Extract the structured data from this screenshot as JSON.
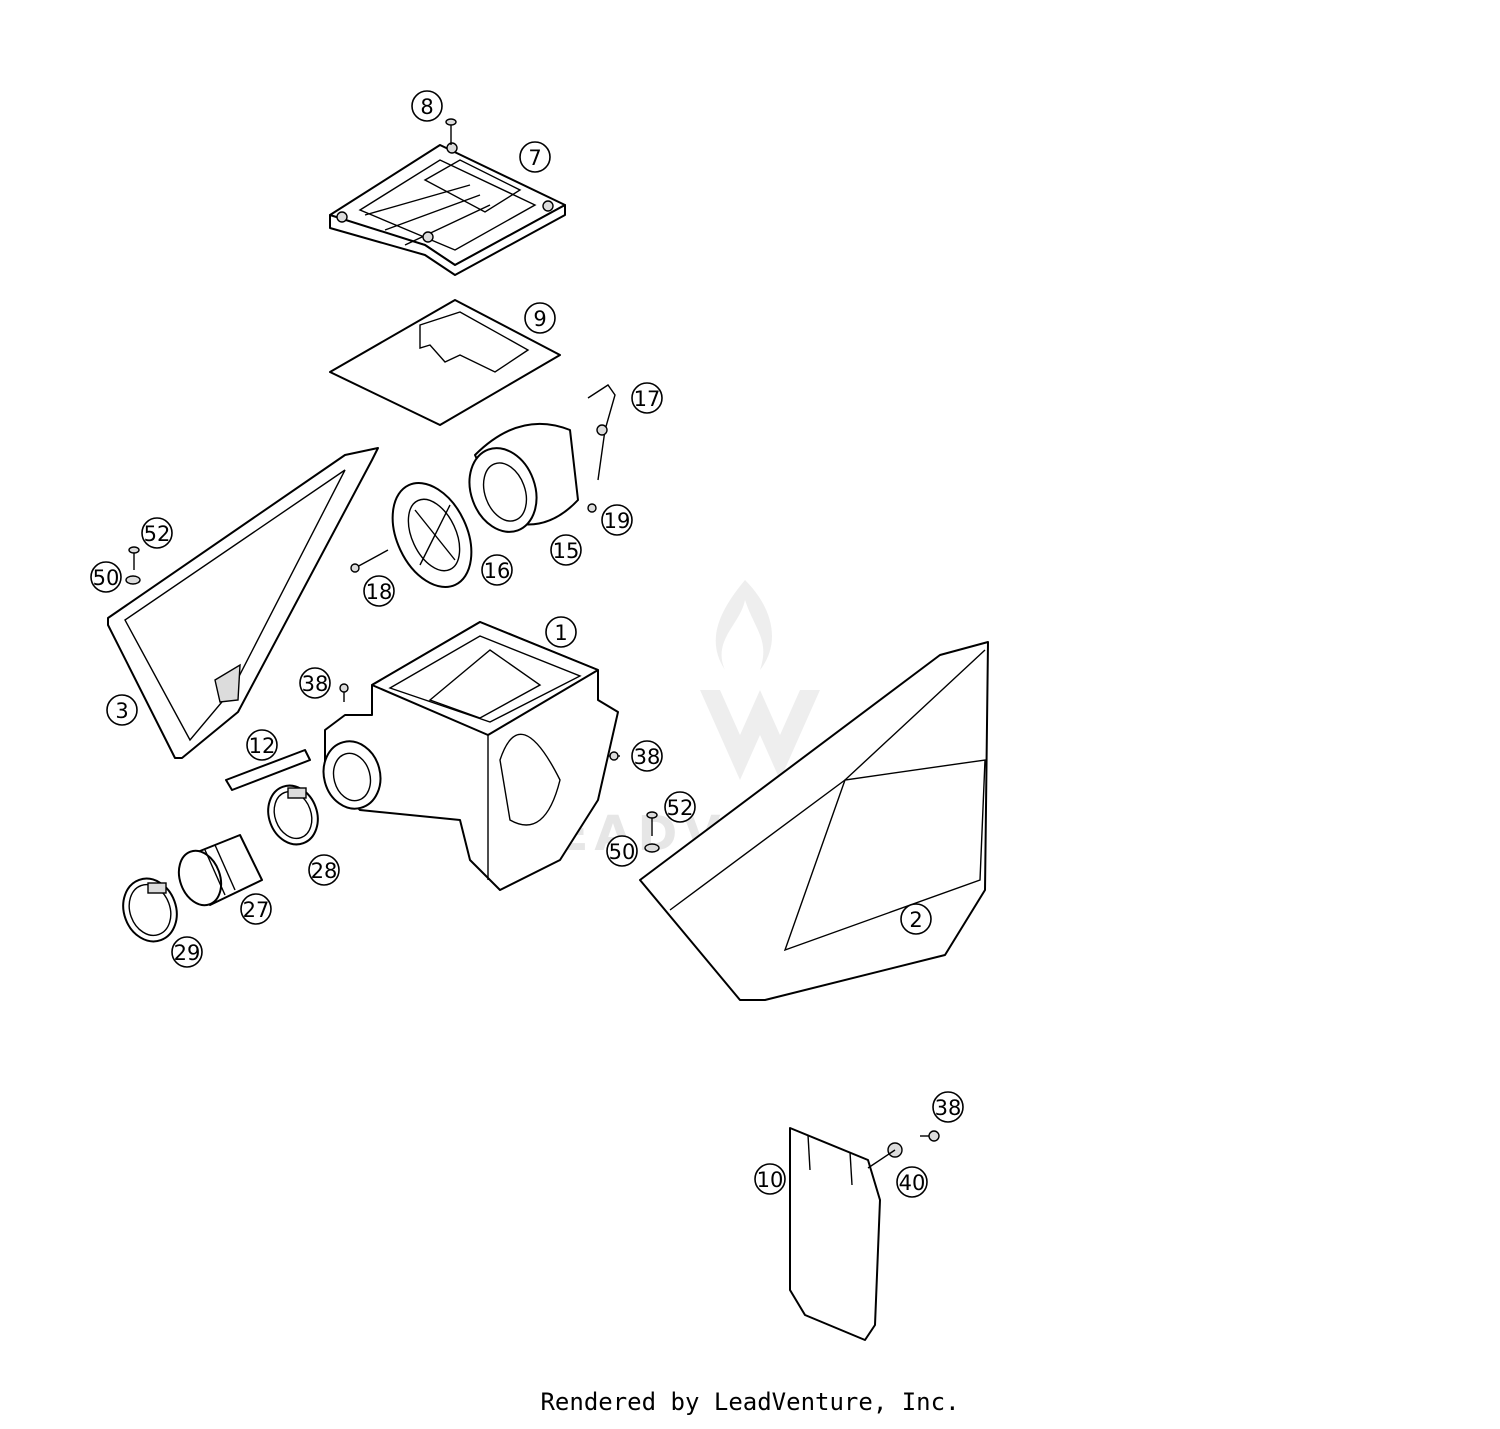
{
  "watermark": {
    "brand": "LEADVENTURE",
    "color": "#e3e3e3"
  },
  "footer": {
    "credit": "Rendered by LeadVenture, Inc."
  },
  "callouts": [
    {
      "id": "c8",
      "label": "8"
    },
    {
      "id": "c7",
      "label": "7"
    },
    {
      "id": "c9",
      "label": "9"
    },
    {
      "id": "c17",
      "label": "17"
    },
    {
      "id": "c19",
      "label": "19"
    },
    {
      "id": "c15",
      "label": "15"
    },
    {
      "id": "c16",
      "label": "16"
    },
    {
      "id": "c18",
      "label": "18"
    },
    {
      "id": "c52a",
      "label": "52"
    },
    {
      "id": "c50a",
      "label": "50"
    },
    {
      "id": "c3",
      "label": "3"
    },
    {
      "id": "c1",
      "label": "1"
    },
    {
      "id": "c38a",
      "label": "38"
    },
    {
      "id": "c12",
      "label": "12"
    },
    {
      "id": "c38b",
      "label": "38"
    },
    {
      "id": "c52b",
      "label": "52"
    },
    {
      "id": "c50b",
      "label": "50"
    },
    {
      "id": "c28",
      "label": "28"
    },
    {
      "id": "c27",
      "label": "27"
    },
    {
      "id": "c29",
      "label": "29"
    },
    {
      "id": "c2",
      "label": "2"
    },
    {
      "id": "c38c",
      "label": "38"
    },
    {
      "id": "c10",
      "label": "10"
    },
    {
      "id": "c40",
      "label": "40"
    }
  ]
}
